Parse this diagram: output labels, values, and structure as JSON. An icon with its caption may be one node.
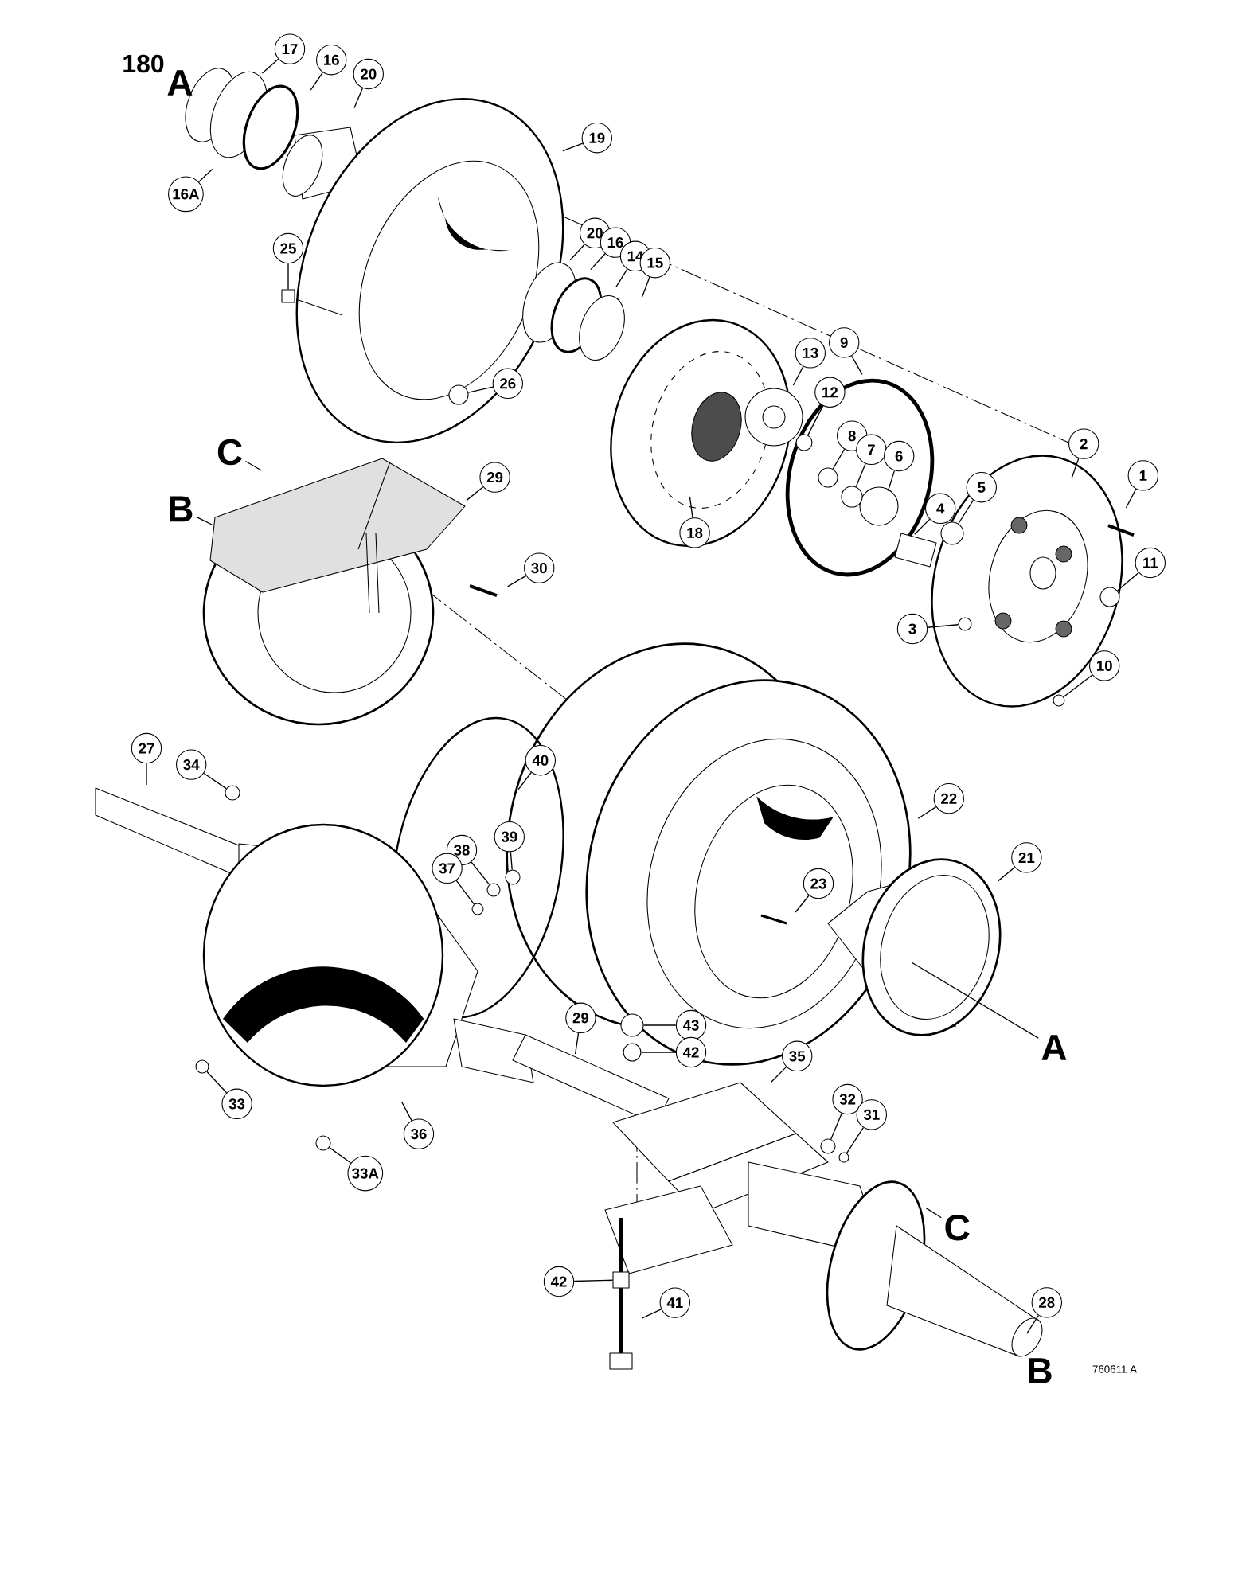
{
  "diagram": {
    "nodes": [
      {
        "text": [
          "17"
        ]
      },
      {
        "text": [
          "16"
        ]
      },
      {
        "text": [
          "20"
        ]
      },
      {
        "text": [
          "19"
        ]
      },
      {
        "text": [
          "16A"
        ]
      },
      {
        "text": [
          "20"
        ]
      },
      {
        "text": [
          "16"
        ]
      },
      {
        "text": [
          "25"
        ]
      },
      {
        "text": [
          "14"
        ]
      },
      {
        "text": [
          "15"
        ]
      },
      {
        "text": [
          "13"
        ]
      },
      {
        "text": [
          "9"
        ]
      },
      {
        "text": [
          "26"
        ]
      },
      {
        "text": [
          "12"
        ]
      },
      {
        "text": [
          "8"
        ]
      },
      {
        "text": [
          "C"
        ]
      },
      {
        "text": [
          "2"
        ]
      },
      {
        "text": [
          "7"
        ]
      },
      {
        "text": [
          "6"
        ]
      },
      {
        "text": [
          "29"
        ]
      },
      {
        "text": [
          "1"
        ]
      },
      {
        "text": [
          "5"
        ]
      },
      {
        "text": [
          "B"
        ]
      },
      {
        "text": [
          "4"
        ]
      },
      {
        "text": [
          "18"
        ]
      },
      {
        "text": [
          "30"
        ]
      },
      {
        "text": [
          "11"
        ]
      },
      {
        "text": [
          "3"
        ]
      },
      {
        "text": [
          "10"
        ]
      },
      {
        "text": [
          "27"
        ]
      },
      {
        "text": [
          "34"
        ]
      },
      {
        "text": [
          "40"
        ]
      },
      {
        "text": [
          "22"
        ]
      },
      {
        "text": [
          "39"
        ]
      },
      {
        "text": [
          "38"
        ]
      },
      {
        "text": [
          "21"
        ]
      },
      {
        "text": [
          "37"
        ]
      },
      {
        "text": [
          "23"
        ]
      },
      {
        "text": [
          "43"
        ]
      },
      {
        "text": [
          "29"
        ]
      },
      {
        "text": [
          "A"
        ]
      },
      {
        "text": [
          "42"
        ]
      },
      {
        "text": [
          "35"
        ]
      },
      {
        "text": [
          "33"
        ]
      },
      {
        "text": [
          "32"
        ]
      },
      {
        "text": [
          "36"
        ]
      },
      {
        "text": [
          "31"
        ]
      },
      {
        "text": [
          "33A"
        ]
      },
      {
        "text": [
          "C"
        ]
      },
      {
        "text": [
          "42"
        ]
      },
      {
        "text": [
          "41"
        ]
      },
      {
        "text": [
          "28"
        ]
      },
      {
        "text": [],
        "shape": "box"
      },
      {
        "text": [],
        "shape": "circle"
      },
      {
        "text": [],
        "shape": "circle"
      },
      {
        "text": [],
        "shape": "circle"
      },
      {
        "text": [],
        "shape": "circle"
      },
      {
        "text": [],
        "shape": "circle"
      },
      {
        "text": [],
        "shape": "circle"
      },
      {
        "text": [],
        "shape": "circle"
      },
      {
        "text": [],
        "shape": "circle"
      },
      {
        "text": [],
        "shape": "circle"
      },
      {
        "text": [],
        "shape": "circle"
      },
      {
        "text": [],
        "shape": "circle"
      },
      {
        "text": [],
        "shape": "circle"
      },
      {
        "text": [],
        "shape": "circle"
      },
      {
        "text": [],
        "shape": "circle"
      },
      {
        "text": [],
        "shape": "circle"
      },
      {
        "text": [],
        "shape": "circle"
      },
      {
        "text": [],
        "shape": "circle"
      },
      {
        "text": [],
        "shape": "circle"
      },
      {
        "text": [],
        "shape": "box"
      }
    ],
    "edges": [
      {
        "from": 0,
        "to": null,
        "arrow": "none"
      },
      {
        "from": 1,
        "to": null,
        "arrow": "none"
      },
      {
        "from": 2,
        "to": null,
        "arrow": "none"
      },
      {
        "from": 3,
        "to": null,
        "arrow": "none"
      },
      {
        "from": 4,
        "to": null,
        "arrow": "none"
      },
      {
        "from": 5,
        "to": null,
        "arrow": "none"
      },
      {
        "from": 6,
        "to": null,
        "arrow": "none"
      },
      {
        "from": 7,
        "to": 52,
        "arrow": "none"
      },
      {
        "from": 8,
        "to": null,
        "arrow": "none"
      },
      {
        "from": 9,
        "to": null,
        "arrow": "none"
      },
      {
        "from": 10,
        "to": null,
        "arrow": "none"
      },
      {
        "from": 11,
        "to": null,
        "arrow": "none"
      },
      {
        "from": 12,
        "to": 53,
        "arrow": "none"
      },
      {
        "from": 13,
        "to": 54,
        "arrow": "none"
      },
      {
        "from": 14,
        "to": 55,
        "arrow": "none"
      },
      {
        "from": 15,
        "to": null,
        "arrow": "none"
      },
      {
        "from": 16,
        "to": null,
        "arrow": "none"
      },
      {
        "from": 17,
        "to": 56,
        "arrow": "none"
      },
      {
        "from": 18,
        "to": null,
        "arrow": "none"
      },
      {
        "from": 19,
        "to": null,
        "arrow": "none"
      },
      {
        "from": 20,
        "to": null,
        "arrow": "none"
      },
      {
        "from": 21,
        "to": 57,
        "arrow": "none"
      },
      {
        "from": 22,
        "to": null,
        "arrow": "none"
      },
      {
        "from": 23,
        "to": null,
        "arrow": "none"
      },
      {
        "from": 24,
        "to": null,
        "arrow": "none"
      },
      {
        "from": 25,
        "to": null,
        "arrow": "none"
      },
      {
        "from": 26,
        "to": 58,
        "arrow": "none"
      },
      {
        "from": 27,
        "to": 59,
        "arrow": "none"
      },
      {
        "from": 28,
        "to": 60,
        "arrow": "none"
      },
      {
        "from": 29,
        "to": null,
        "arrow": "none"
      },
      {
        "from": 30,
        "to": 61,
        "arrow": "none"
      },
      {
        "from": 31,
        "to": null,
        "arrow": "none"
      },
      {
        "from": 32,
        "to": null,
        "arrow": "none"
      },
      {
        "from": 33,
        "to": 62,
        "arrow": "none"
      },
      {
        "from": 34,
        "to": 63,
        "arrow": "none"
      },
      {
        "from": 35,
        "to": null,
        "arrow": "none"
      },
      {
        "from": 36,
        "to": 64,
        "arrow": "none"
      },
      {
        "from": 37,
        "to": null,
        "arrow": "none"
      },
      {
        "from": 38,
        "to": 67,
        "arrow": "none"
      },
      {
        "from": 39,
        "to": null,
        "arrow": "none"
      },
      {
        "from": 40,
        "to": null,
        "arrow": "none"
      },
      {
        "from": 41,
        "to": 68,
        "arrow": "none"
      },
      {
        "from": 42,
        "to": null,
        "arrow": "none"
      },
      {
        "from": 43,
        "to": 65,
        "arrow": "none"
      },
      {
        "from": 44,
        "to": 69,
        "arrow": "none"
      },
      {
        "from": 45,
        "to": null,
        "arrow": "none"
      },
      {
        "from": 46,
        "to": 70,
        "arrow": "none"
      },
      {
        "from": 47,
        "to": 66,
        "arrow": "none"
      },
      {
        "from": 48,
        "to": null,
        "arrow": "none"
      },
      {
        "from": 49,
        "to": 71,
        "arrow": "none"
      },
      {
        "from": 50,
        "to": null,
        "arrow": "none"
      },
      {
        "from": 51,
        "to": null,
        "arrow": "none"
      }
    ],
    "labels": [
      "180",
      "A",
      "B",
      "760611 A"
    ]
  }
}
